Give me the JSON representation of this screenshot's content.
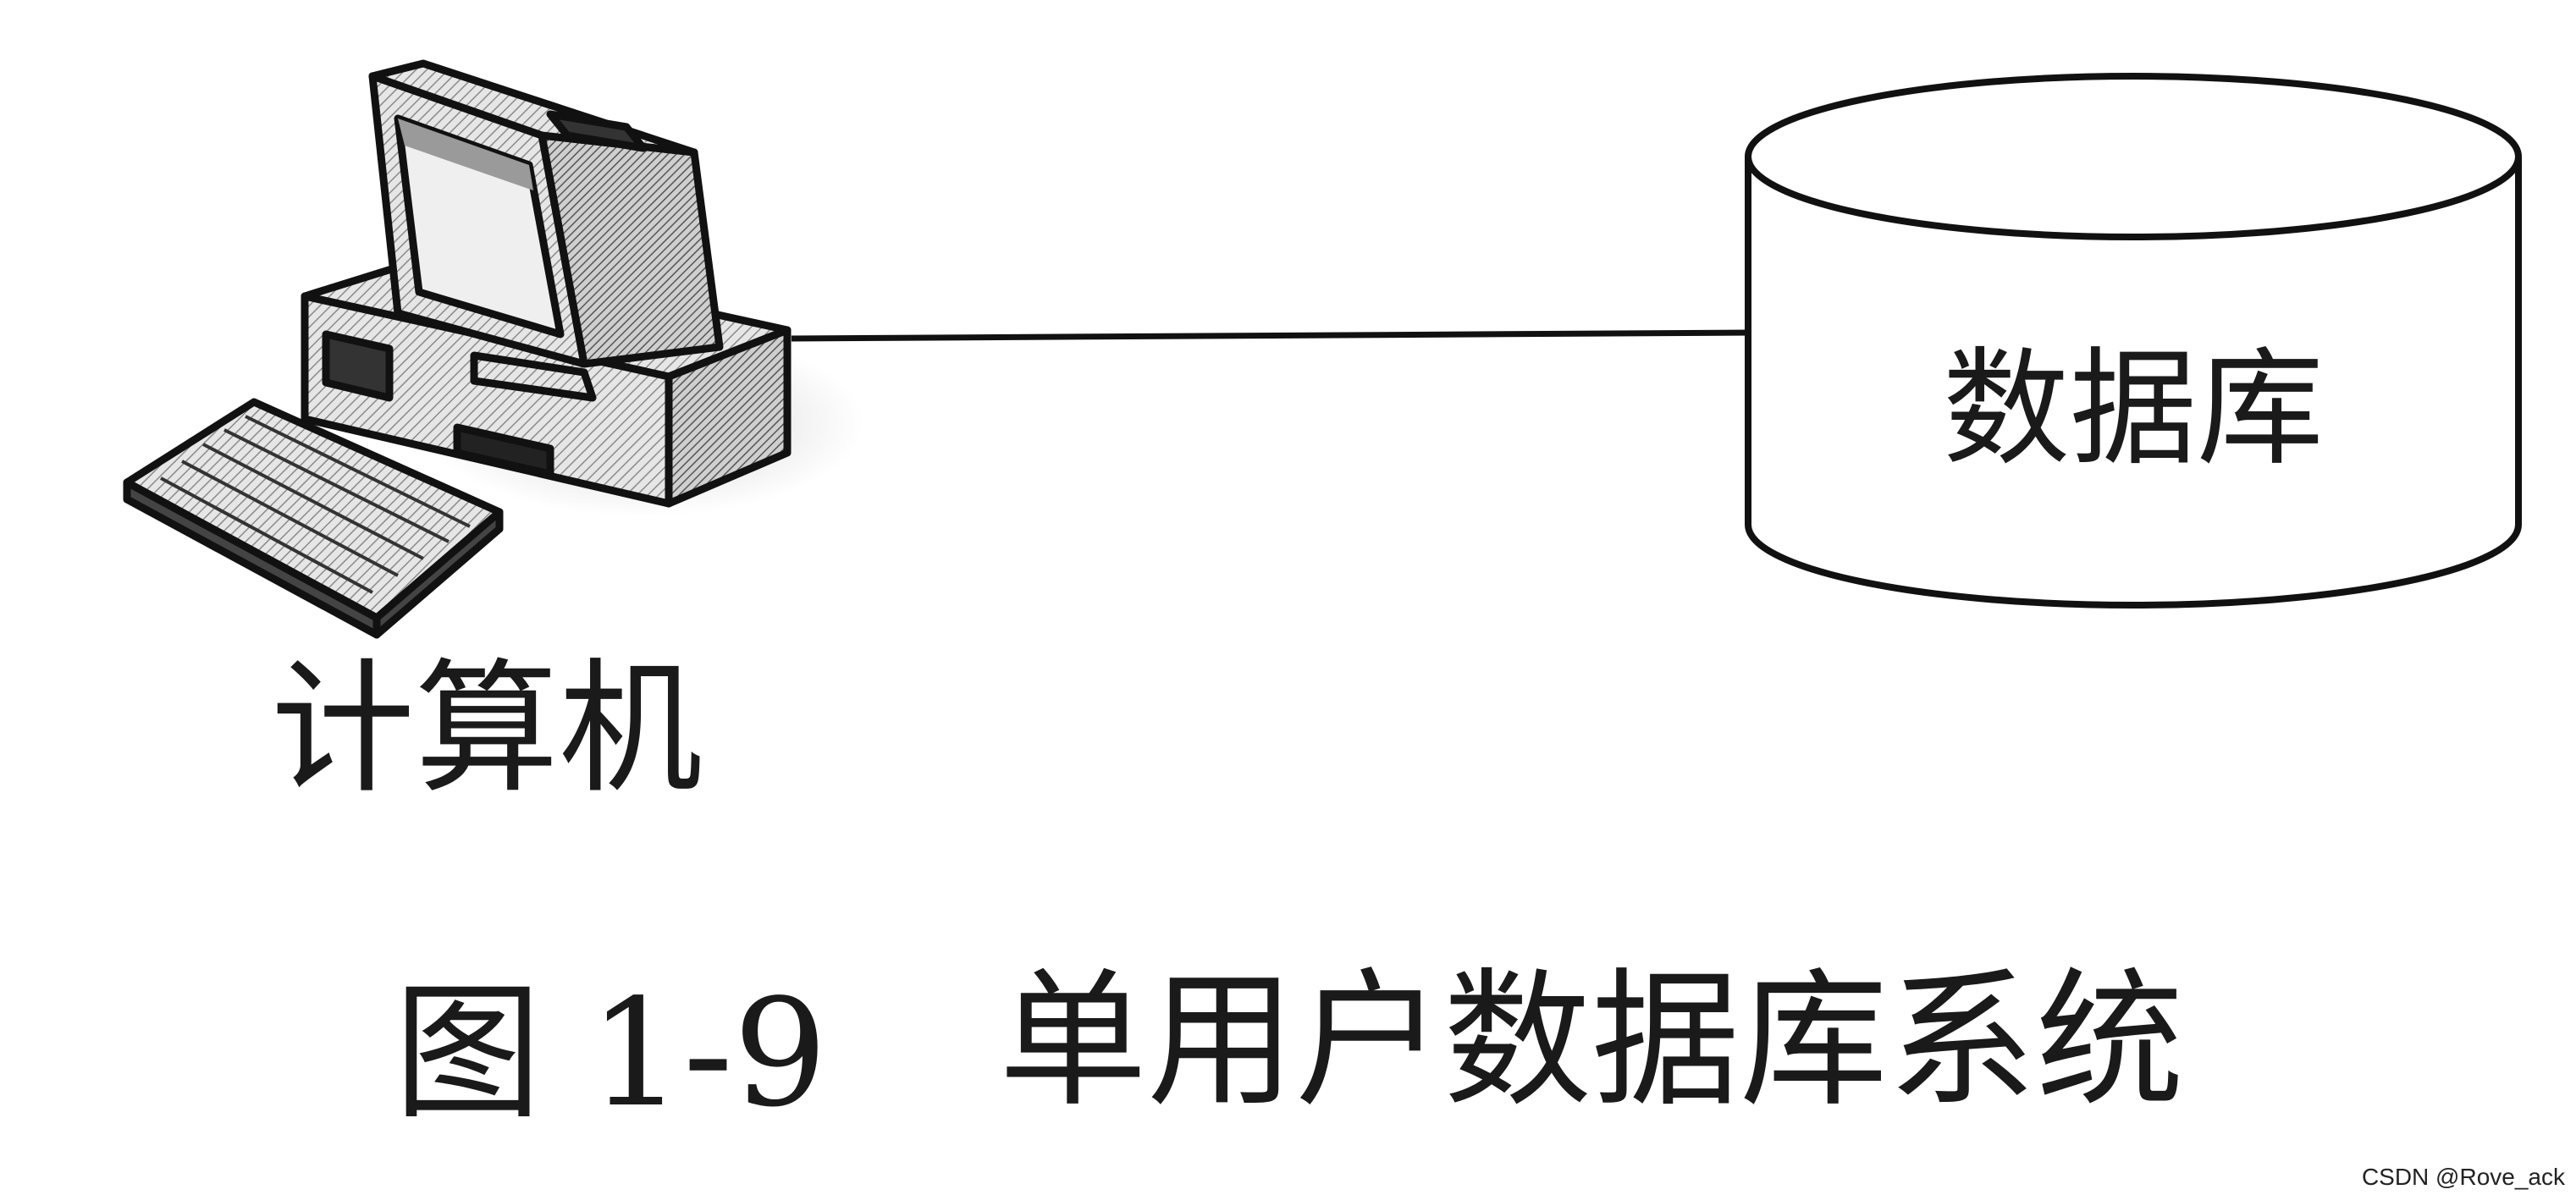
{
  "diagram": {
    "computer": {
      "label": "计算机",
      "icon": "desktop-computer-icon"
    },
    "database": {
      "label": "数据库",
      "icon": "database-cylinder-icon"
    },
    "link": {
      "description": ""
    }
  },
  "caption": {
    "number": "图 1-9",
    "title": "单用户数据库系统"
  },
  "watermark": {
    "text": "CSDN @Rove_ack"
  },
  "colors": {
    "line": "#111111",
    "text": "#1a1a1a",
    "shade": "#bdbdbd",
    "background": "#ffffff"
  }
}
